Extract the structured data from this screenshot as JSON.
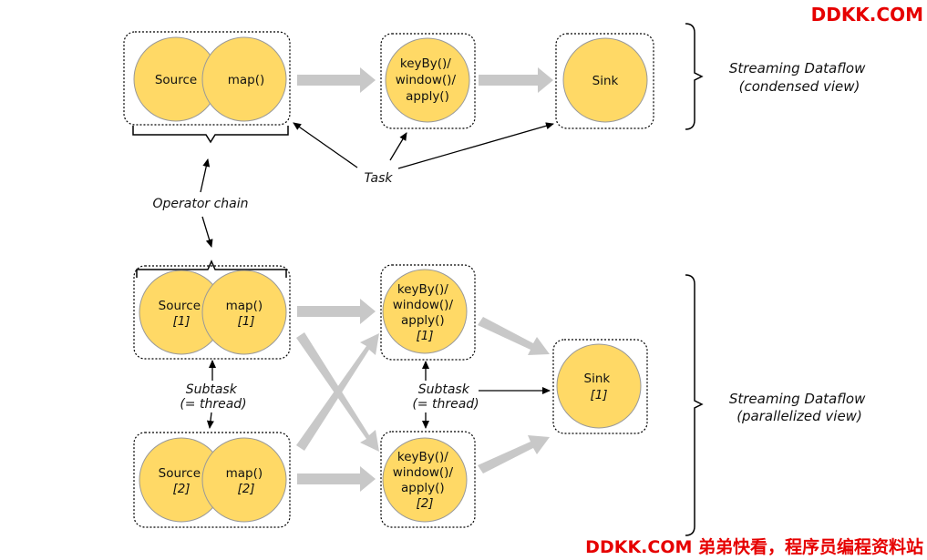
{
  "watermark": {
    "top": "DDKK.COM",
    "bottom": "DDKK.COM 弟弟快看，程序员编程资料站"
  },
  "condensed": {
    "source": "Source",
    "map": "map()",
    "keyby": [
      "keyBy()/",
      "window()/",
      "apply()"
    ],
    "sink": "Sink",
    "label": [
      "Streaming Dataflow",
      "(condensed view)"
    ]
  },
  "annotations": {
    "task": "Task",
    "operator_chain": "Operator chain",
    "subtask_left": [
      "Subtask",
      "(= thread)"
    ],
    "subtask_middle": [
      "Subtask",
      "(= thread)"
    ]
  },
  "parallel": {
    "source_1": [
      "Source",
      "[1]"
    ],
    "map_1": [
      "map()",
      "[1]"
    ],
    "keyby_1": [
      "keyBy()/",
      "window()/",
      "apply()",
      "[1]"
    ],
    "source_2": [
      "Source",
      "[2]"
    ],
    "map_2": [
      "map()",
      "[2]"
    ],
    "keyby_2": [
      "keyBy()/",
      "window()/",
      "apply()",
      "[2]"
    ],
    "sink_1": [
      "Sink",
      "[1]"
    ],
    "label": [
      "Streaming Dataflow",
      "(parallelized view)"
    ]
  },
  "colors": {
    "node_fill": "#FFD966",
    "node_stroke": "#999999",
    "flow_arrow": "#C8C8C8",
    "pointer": "#000000",
    "watermark": "#E60000"
  }
}
